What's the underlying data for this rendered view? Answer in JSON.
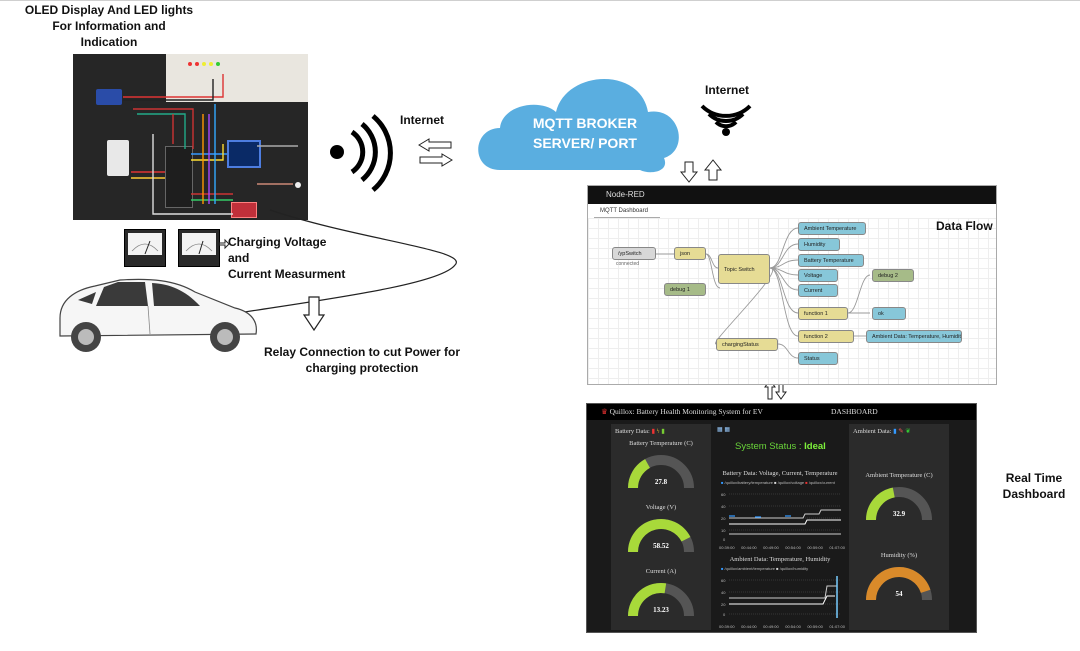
{
  "labels": {
    "oled": [
      "OLED Display And LED lights",
      "For Information and",
      "Indication"
    ],
    "internet_left": "Internet",
    "internet_right": "Internet",
    "cloud": [
      "MQTT BROKER",
      "SERVER/ PORT"
    ],
    "charging": [
      "Charging Voltage and",
      "Current Measurment"
    ],
    "relay": [
      "Relay Connection to cut Power for",
      "charging protection"
    ],
    "data_flow": "Data Flow",
    "realtime": [
      "Real Time",
      "Dashboard"
    ]
  },
  "nodered": {
    "app_title": "Node-RED",
    "tab": "MQTT Dashboard",
    "nodes": {
      "input": "/ypSwitch",
      "input_status": "connected",
      "json": "json",
      "debug1": "debug 1",
      "switch": "Topic Switch",
      "charging": "chargingStatus",
      "ambient_temp": "Ambient Temperature",
      "humidity": "Humidity",
      "battery_temp": "Battery Temperature",
      "voltage": "Voltage",
      "current": "Current",
      "function1": "function 1",
      "function2": "function 2",
      "debug2": "debug 2",
      "ok": "ok",
      "ambient_data": "Ambient Data: Temperature, Humidity",
      "status": "Status"
    }
  },
  "dashboard": {
    "title": "Quillox: Battery Health Monitoring System for EV",
    "nav": "DASHBOARD",
    "battery_header": "Battery Data:",
    "ambient_header": "Ambient Data:",
    "system_status_label": "System Status :",
    "system_status_value": "Ideal",
    "gauges_left": [
      {
        "title": "Battery Temperature (C)",
        "value": "27.8",
        "fraction": 0.34,
        "color": "#a8d93a"
      },
      {
        "title": "Voltage (V)",
        "value": "58.52",
        "fraction": 0.85,
        "color": "#a8d93a"
      },
      {
        "title": "Current (A)",
        "value": "13.23",
        "fraction": 0.55,
        "color": "#a8d93a"
      }
    ],
    "gauges_right": [
      {
        "title": "Ambient Temperature (C)",
        "value": "32.9",
        "fraction": 0.44,
        "color": "#a8d93a"
      },
      {
        "title": "Humidity (%)",
        "value": "54",
        "fraction": 0.9,
        "color": "#d98a2a"
      }
    ],
    "chart1_title": "Battery Data: Voltage, Current, Temperature",
    "chart1_legend": [
      "/quillox/battery/temperature",
      "/quillox/voltage",
      "/quillox/current"
    ],
    "chart2_title": "Ambient Data: Temperature, Humidity",
    "chart2_legend": [
      "/quillox/ambient/temperature",
      "/quillox/humidity"
    ],
    "time_ticks": [
      "00:39:00",
      "00:44:00",
      "00:49:00",
      "00:54:00",
      "00:59:00",
      "01:07:00"
    ],
    "y_ticks": [
      "0",
      "10",
      "20",
      "40",
      "60"
    ]
  },
  "colors": {
    "cloud": "#5aaee0",
    "gauge_track": "#555555",
    "nr_blue": "#87c7d9",
    "nr_yellow": "#e6dc95",
    "nr_green": "#a6bb88"
  }
}
